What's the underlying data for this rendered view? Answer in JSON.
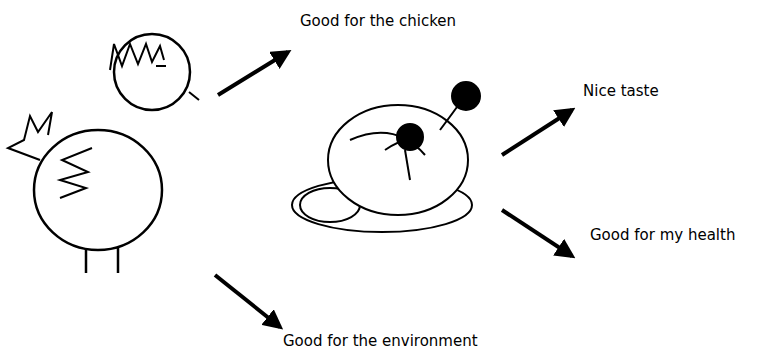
{
  "diagram": {
    "labels": [
      "Good for the chicken",
      "Nice taste",
      "Good for my health",
      "Good for the environment"
    ]
  }
}
